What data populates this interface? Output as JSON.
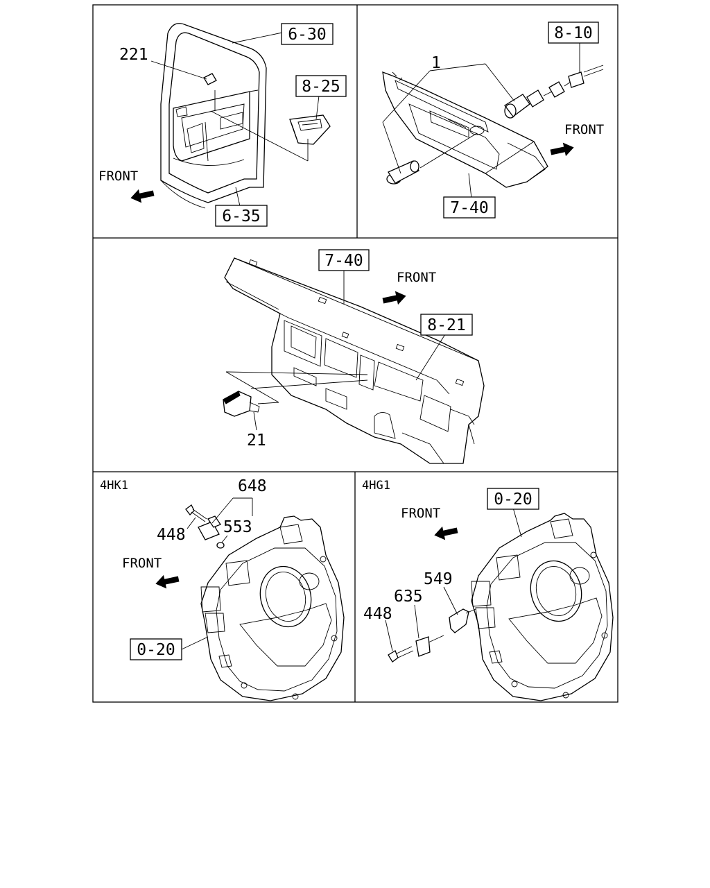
{
  "diagram": {
    "panels": {
      "door": {
        "callouts": [
          "6-30",
          "8-25",
          "6-35"
        ],
        "part_numbers": [
          "221"
        ],
        "front_label": "FRONT"
      },
      "console_switch": {
        "callouts": [
          "8-10",
          "7-40"
        ],
        "part_numbers": [
          "1"
        ],
        "front_label": "FRONT"
      },
      "dashboard": {
        "callouts": [
          "7-40",
          "8-21"
        ],
        "part_numbers": [
          "21"
        ],
        "front_label": "FRONT"
      },
      "engine_4hk1": {
        "engine_code": "4HK1",
        "callouts": [
          "0-20"
        ],
        "part_numbers": [
          "648",
          "448",
          "553"
        ],
        "front_label": "FRONT"
      },
      "engine_4hg1": {
        "engine_code": "4HG1",
        "callouts": [
          "0-20"
        ],
        "part_numbers": [
          "549",
          "635",
          "448"
        ],
        "front_label": "FRONT"
      }
    }
  }
}
